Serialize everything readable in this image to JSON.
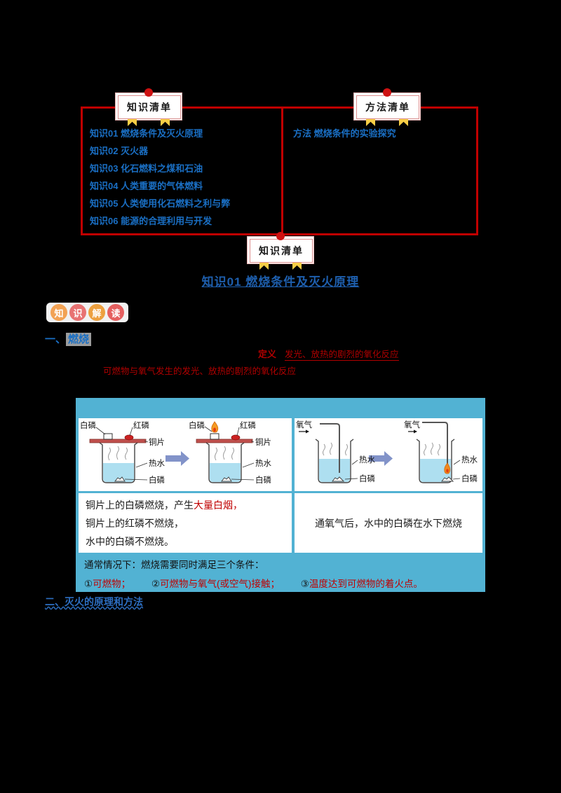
{
  "badges": {
    "knowledge_top": "知识清单",
    "method_top": "方法清单",
    "knowledge_mid": "知识清单"
  },
  "knowledge_list": [
    "知识01  燃烧条件及灭火原理",
    "知识02  灭火器",
    "知识03  化石燃料之煤和石油",
    "知识04  人类重要的气体燃料",
    "知识05  人类使用化石燃料之利与弊",
    "知识06  能源的合理利用与开发"
  ],
  "method_list": [
    "方法  燃烧条件的实验探究"
  ],
  "main_title": "知识01  燃烧条件及灭火原理",
  "reading_badge_chars": [
    "知",
    "识",
    "解",
    "读"
  ],
  "section1": {
    "number": "一、",
    "heading": "燃烧",
    "definition_label": "定义",
    "definition_key": "发光、放热的剧烈的氧化反应",
    "definition_full": "可燃物与氧气发生的发光、放热的剧烈的氧化反应"
  },
  "experiment": {
    "labels": {
      "white_phosphorus": "白磷",
      "red_phosphorus": "红磷",
      "copper_sheet": "铜片",
      "hot_water": "热水",
      "oxygen": "氧气"
    },
    "result_left_line1_pre": "铜片上的白磷燃烧，产生",
    "result_left_line1_highlight": "大量白烟，",
    "result_left_line2": "铜片上的红磷不燃烧，",
    "result_left_line3": "水中的白磷不燃烧。",
    "result_right": "通氧气后，水中的白磷在水下燃烧",
    "conclusion_intro": "通常情况下：燃烧需要同时满足三个条件：",
    "conditions": [
      {
        "num": "①",
        "text": "可燃物；"
      },
      {
        "num": "②",
        "text": "可燃物与氧气(或空气)接触；"
      },
      {
        "num": "③",
        "text": "温度达到可燃物的着火点。"
      }
    ]
  },
  "section2": {
    "heading": "二、灭火的原理和方法"
  },
  "colors": {
    "frame_red": "#c00000",
    "badge_border_pink": "#dd8f8f",
    "ribbon_yellow": "#f8ce46",
    "list_blue": "#1a6fc4",
    "title_blue": "#1e5fae",
    "accent_red": "#c00000",
    "table_cyan": "#52b2d3",
    "water_blue": "#aedff0",
    "copper_plate": "#c0504d",
    "arrow_blue": "#8293c9"
  }
}
